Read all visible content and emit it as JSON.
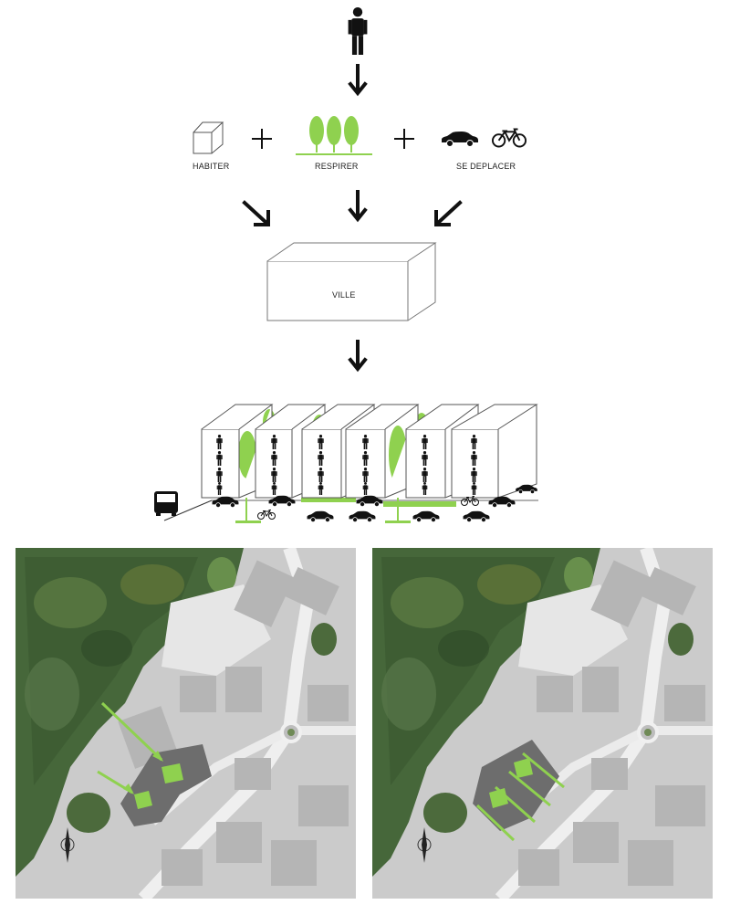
{
  "labels": {
    "habiter": "HABITER",
    "respirer": "RESPIRER",
    "se_deplacer": "SE DEPLACER",
    "ville": "VILLE"
  },
  "symbols": {
    "plus": "+"
  },
  "icons": [
    "person-icon",
    "arrow-down-icon",
    "cube-icon",
    "trees-icon",
    "car-icon",
    "bicycle-icon",
    "bus-icon",
    "compass-icon"
  ],
  "colors": {
    "accent_green": "#8fd14f",
    "line": "#111111",
    "map_gray": "#c9c9c9"
  },
  "maps": [
    {
      "name": "map-left"
    },
    {
      "name": "map-right"
    }
  ]
}
